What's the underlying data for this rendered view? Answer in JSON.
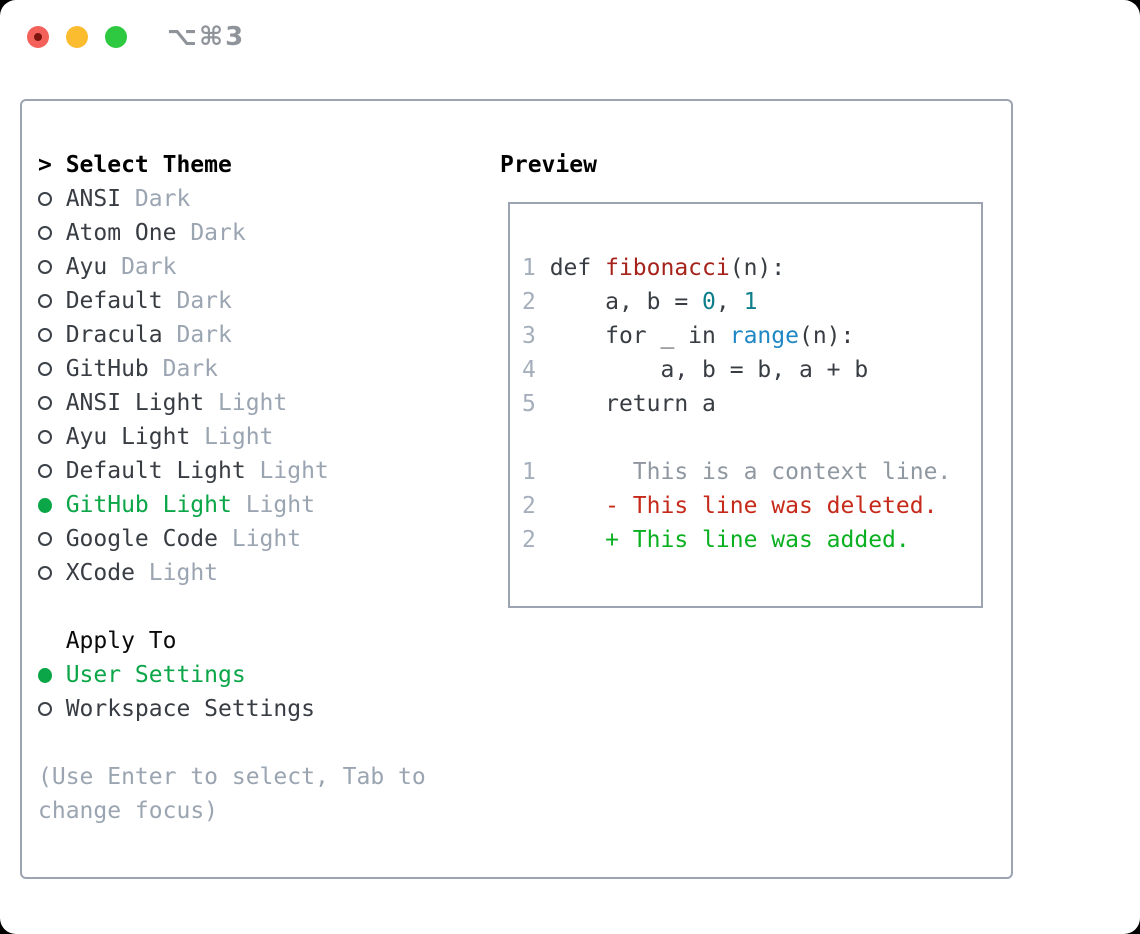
{
  "window": {
    "title": "⌥⌘3"
  },
  "colors": {
    "selection_green": "#0aa647",
    "added_green": "#0bb021",
    "deleted_red": "#c52a1a",
    "function_red": "#a5231b",
    "number_teal": "#0d7e8a",
    "builtin_blue": "#1f87c4",
    "text_dark": "#383d43",
    "muted_gray": "#9ba5b2",
    "line_number_gray": "#a5aebb",
    "border_gray": "#9ba4b0"
  },
  "theme_selector": {
    "prompt": ">",
    "header": "Select Theme",
    "items": [
      {
        "name": "ANSI",
        "variant": "Dark",
        "selected": false
      },
      {
        "name": "Atom One",
        "variant": "Dark",
        "selected": false
      },
      {
        "name": "Ayu",
        "variant": "Dark",
        "selected": false
      },
      {
        "name": "Default",
        "variant": "Dark",
        "selected": false
      },
      {
        "name": "Dracula",
        "variant": "Dark",
        "selected": false
      },
      {
        "name": "GitHub",
        "variant": "Dark",
        "selected": false
      },
      {
        "name": "ANSI Light",
        "variant": "Light",
        "selected": false
      },
      {
        "name": "Ayu Light",
        "variant": "Light",
        "selected": false
      },
      {
        "name": "Default Light",
        "variant": "Light",
        "selected": false
      },
      {
        "name": "GitHub Light",
        "variant": "Light",
        "selected": true
      },
      {
        "name": "Google Code",
        "variant": "Light",
        "selected": false
      },
      {
        "name": "XCode",
        "variant": "Light",
        "selected": false
      }
    ]
  },
  "apply_to": {
    "header": "Apply To",
    "options": [
      {
        "label": "User Settings",
        "selected": true
      },
      {
        "label": "Workspace Settings",
        "selected": false
      }
    ]
  },
  "hint": {
    "text": "(Use Enter to select, Tab to change focus)"
  },
  "preview": {
    "header": "Preview",
    "lines": [
      {
        "kind": "code-line",
        "num": "1",
        "segments": [
          {
            "t": "def ",
            "c": "fg"
          },
          {
            "t": "fibonacci",
            "c": "func"
          },
          {
            "t": "(n):",
            "c": "fg"
          }
        ]
      },
      {
        "kind": "code-line",
        "num": "2",
        "segments": [
          {
            "t": "    a, b = ",
            "c": "fg"
          },
          {
            "t": "0",
            "c": "num"
          },
          {
            "t": ", ",
            "c": "fg"
          },
          {
            "t": "1",
            "c": "num"
          }
        ]
      },
      {
        "kind": "code-line",
        "num": "3",
        "segments": [
          {
            "t": "    for _ in ",
            "c": "fg"
          },
          {
            "t": "range",
            "c": "call"
          },
          {
            "t": "(n):",
            "c": "fg"
          }
        ]
      },
      {
        "kind": "code-line",
        "num": "4",
        "segments": [
          {
            "t": "        a, b = b, a + b",
            "c": "fg"
          }
        ]
      },
      {
        "kind": "code-line",
        "num": "5",
        "segments": [
          {
            "t": "    return a",
            "c": "fg"
          }
        ]
      },
      {
        "kind": "blank-line",
        "num": "",
        "segments": []
      },
      {
        "kind": "diff-context-line",
        "num": "1",
        "segments": [
          {
            "t": "      This is a context line.",
            "c": "ctx"
          }
        ]
      },
      {
        "kind": "diff-deleted-line",
        "num": "2",
        "segments": [
          {
            "t": "    - This line was deleted.",
            "c": "del"
          }
        ]
      },
      {
        "kind": "diff-added-line",
        "num": "2",
        "segments": [
          {
            "t": "    + This line was added.",
            "c": "add"
          }
        ]
      }
    ]
  }
}
